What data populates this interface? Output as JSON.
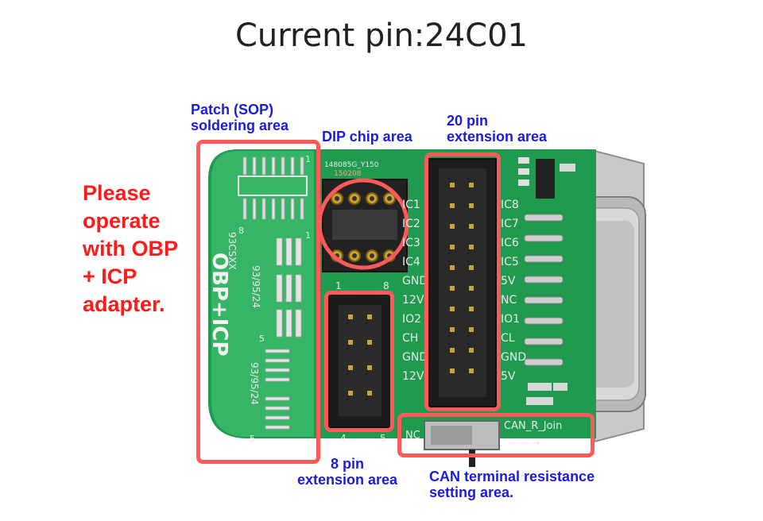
{
  "header": {
    "title": "Current pin:24C01"
  },
  "note": {
    "lines": [
      "Please",
      "operate",
      "with OBP",
      "+ ICP",
      "adapter."
    ],
    "color": "#ff1a1a"
  },
  "labels": {
    "patch_line1": "Patch (SOP)",
    "patch_line2": "soldering area",
    "dip": "DIP chip area",
    "ext20_line1": "20 pin",
    "ext20_line2": "extension area",
    "ext8_line1": "8 pin",
    "ext8_line2": "extension area",
    "can_line1": "CAN terminal resistance",
    "can_line2": "setting area."
  },
  "board": {
    "silk_obp": "OBP+ICP",
    "silk_93c": "93CSXX",
    "silk_93_a": "93/95/24",
    "silk_93_b": "93/95/24",
    "silk_code": "148085G_Y150",
    "silk_code2": "150208",
    "pin_8": "8",
    "pin_1": "1",
    "pin_5": "5",
    "pin_1b": "1",
    "pin_5b": "5",
    "dip_1": "1",
    "dip_8": "8",
    "ext8_4": "4",
    "ext8_5": "5",
    "left_col": [
      "IC1",
      "IC2",
      "IC3",
      "IC4",
      "GND",
      "12V",
      "IO2",
      "CH",
      "GND",
      "12V"
    ],
    "right_col": [
      "IC8",
      "IC7",
      "IC6",
      "IC5",
      "5V",
      "NC",
      "IO1",
      "CL",
      "GND",
      "5V"
    ],
    "nc": "NC",
    "can_join": "CAN_R_Join",
    "can_arrow": "——→"
  },
  "colors": {
    "pcb": "#1f9a4e",
    "pcb_light": "#37b567",
    "highlight": "#ff5a5a",
    "label_blue": "#1b1be0"
  }
}
